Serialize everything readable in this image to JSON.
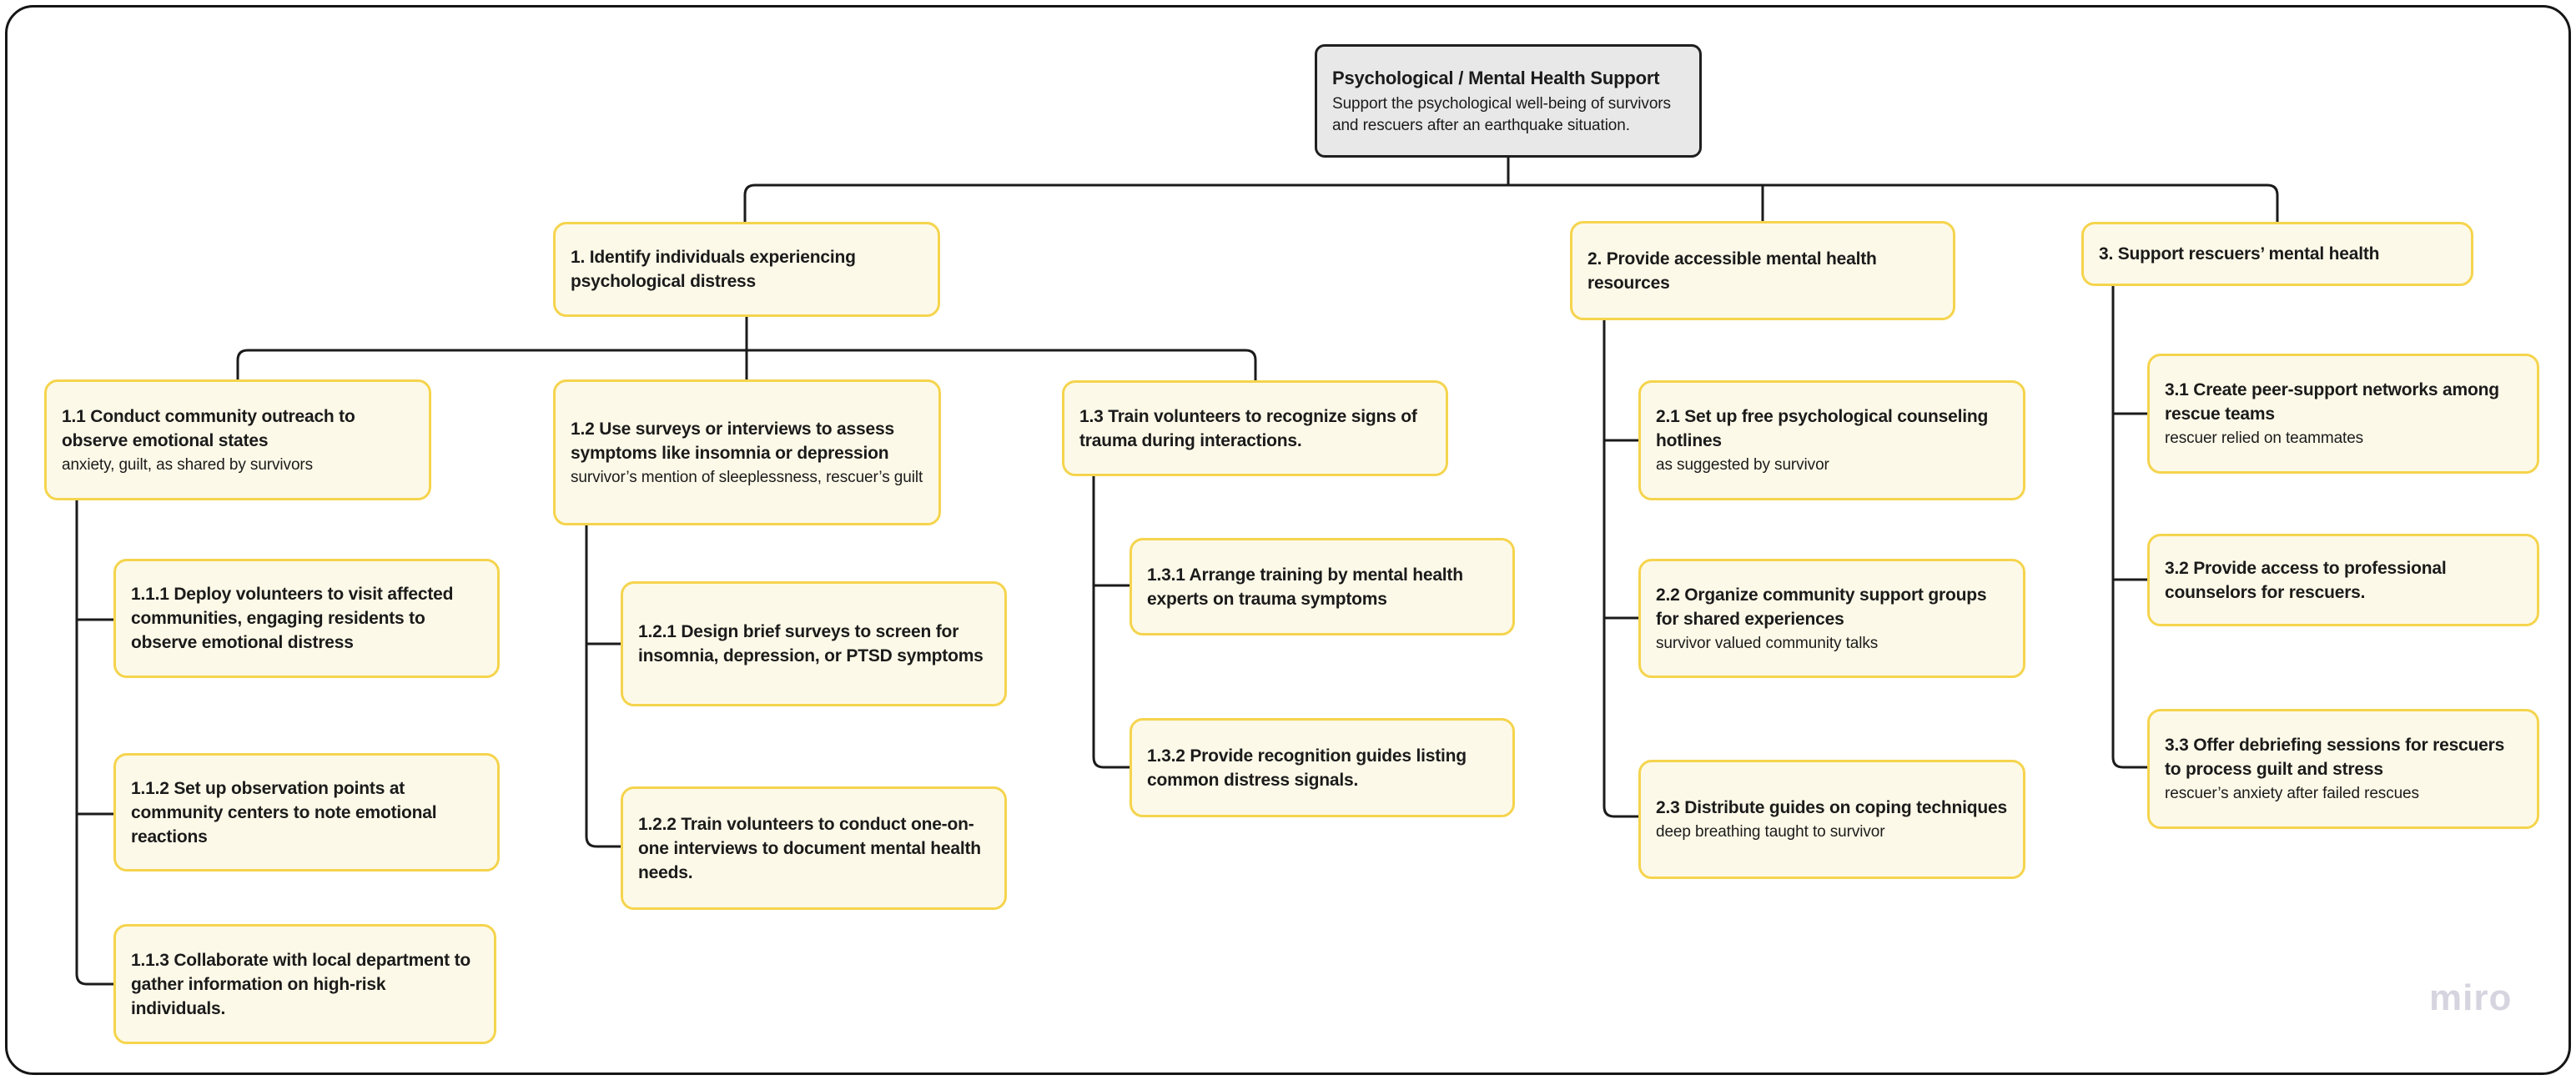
{
  "app": {
    "watermark": "miro"
  },
  "colors": {
    "node_fill": "#FDF9E8",
    "node_border": "#F5D44D",
    "root_fill": "#E9E8E8",
    "root_border": "#1F1F1F",
    "connector": "#1B1B1B",
    "watermark": "#D6D4DF",
    "canvas_border": "#161616"
  },
  "nodes": {
    "root": {
      "title": "Psychological / Mental Health Support",
      "note": "Support the psychological well-being of survivors and rescuers after an earthquake situation."
    },
    "n1": {
      "title": "1. Identify individuals experiencing psychological distress"
    },
    "n1_1": {
      "title": "1.1 Conduct community outreach to observe emotional states",
      "note": "anxiety, guilt, as shared by survivors"
    },
    "n1_1_1": {
      "title": "1.1.1 Deploy volunteers to visit affected communities, engaging residents to observe emotional distress"
    },
    "n1_1_2": {
      "title": "1.1.2 Set up observation points at community centers to note emotional reactions"
    },
    "n1_1_3": {
      "title": "1.1.3 Collaborate with local department to gather information on high-risk individuals."
    },
    "n1_2": {
      "title": "1.2 Use surveys or interviews to assess symptoms like insomnia or depression",
      "note": "survivor’s mention of sleeplessness, rescuer’s guilt"
    },
    "n1_2_1": {
      "title": "1.2.1 Design brief surveys to screen for insomnia, depression, or PTSD symptoms"
    },
    "n1_2_2": {
      "title": "1.2.2 Train volunteers to conduct one-on-one interviews to document mental health needs."
    },
    "n1_3": {
      "title": "1.3 Train volunteers to recognize signs of trauma during interactions."
    },
    "n1_3_1": {
      "title": "1.3.1 Arrange training by mental health experts on trauma symptoms"
    },
    "n1_3_2": {
      "title": "1.3.2 Provide recognition guides listing common distress signals."
    },
    "n2": {
      "title": "2. Provide accessible mental health resources"
    },
    "n2_1": {
      "title": "2.1 Set up free psychological counseling hotlines",
      "note": "as suggested by survivor"
    },
    "n2_2": {
      "title": "2.2 Organize community support groups for shared experiences",
      "note": "survivor valued community talks"
    },
    "n2_3": {
      "title": "2.3 Distribute guides on coping techniques",
      "note": "deep breathing taught to survivor"
    },
    "n3": {
      "title": "3. Support rescuers’ mental health"
    },
    "n3_1": {
      "title": "3.1 Create peer-support networks among rescue teams",
      "note": "rescuer relied on teammates"
    },
    "n3_2": {
      "title": "3.2 Provide access to professional counselors for rescuers."
    },
    "n3_3": {
      "title": "3.3 Offer debriefing sessions for rescuers to process guilt and stress",
      "note": "rescuer’s anxiety after failed rescues"
    }
  }
}
